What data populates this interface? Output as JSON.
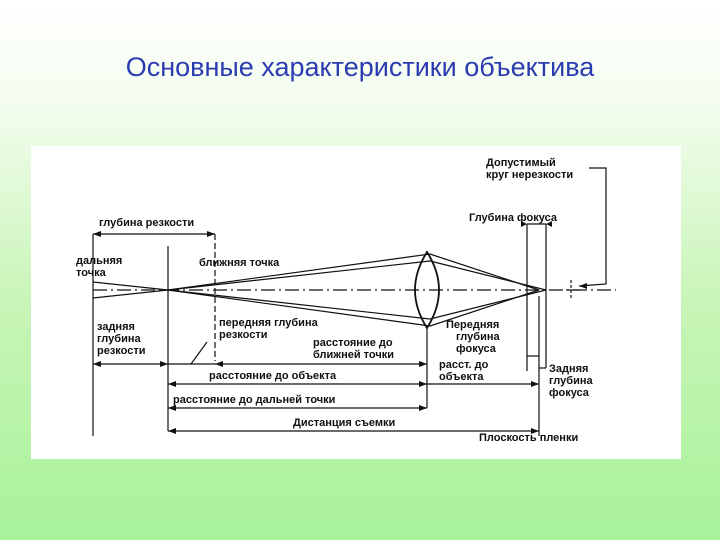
{
  "slide": {
    "title": "Основные характеристики объектива"
  },
  "diagram": {
    "labels": {
      "circle_of_confusion_line1": "Допустимый",
      "circle_of_confusion_line2": "круг нерезкости",
      "depth_of_field": "глубина резкости",
      "depth_of_focus": "Глубина фокуса",
      "far_point_line1": "дальняя",
      "far_point_line2": "точка",
      "near_point": "ближняя точка",
      "rear_depth_line1": "задняя",
      "rear_depth_line2": "глубина",
      "rear_depth_line3": "резкости",
      "front_depth_line1": "передняя глубина",
      "front_depth_line2": "резкости",
      "dist_near_line1": "расстояние до",
      "dist_near_line2": "ближней точки",
      "front_focus_depth_line1": "Передняя",
      "front_focus_depth_line2": "глубина",
      "front_focus_depth_line3": "фокуса",
      "dist_object": "расстояние до объекта",
      "dist_to_object_short_line1": "расст. до",
      "dist_to_object_short_line2": "объекта",
      "rear_focus_depth_line1": "Задняя",
      "rear_focus_depth_line2": "глубина",
      "rear_focus_depth_line3": "фокуса",
      "dist_far": "расстояние до дальней точки",
      "shooting_distance": "Дистанция съемки",
      "film_plane": "Плоскость пленки"
    },
    "colors": {
      "ink": "#111111",
      "title": "#2b3bb0"
    }
  }
}
